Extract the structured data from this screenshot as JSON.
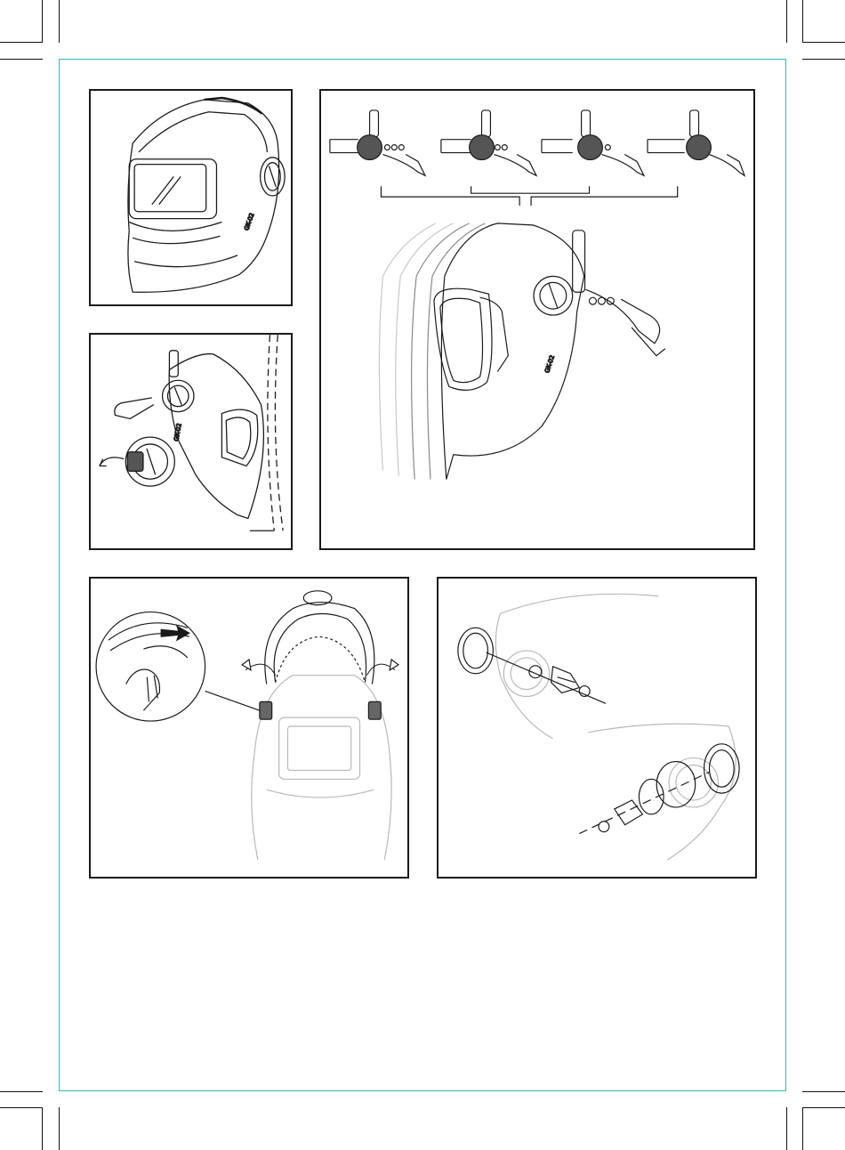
{
  "panels": {
    "helmet_overview": {
      "model_label": "GK-02"
    },
    "visor_adjust": {
      "model_label": "GK-02"
    },
    "headgear_positions": {
      "model_label": "GK-02"
    },
    "headgear_removal": {},
    "pivot_assembly": {}
  },
  "colors": {
    "frame_accent": "#35b7c2",
    "line": "#1a1a1a",
    "ghost_line": "#b8b8b8"
  }
}
